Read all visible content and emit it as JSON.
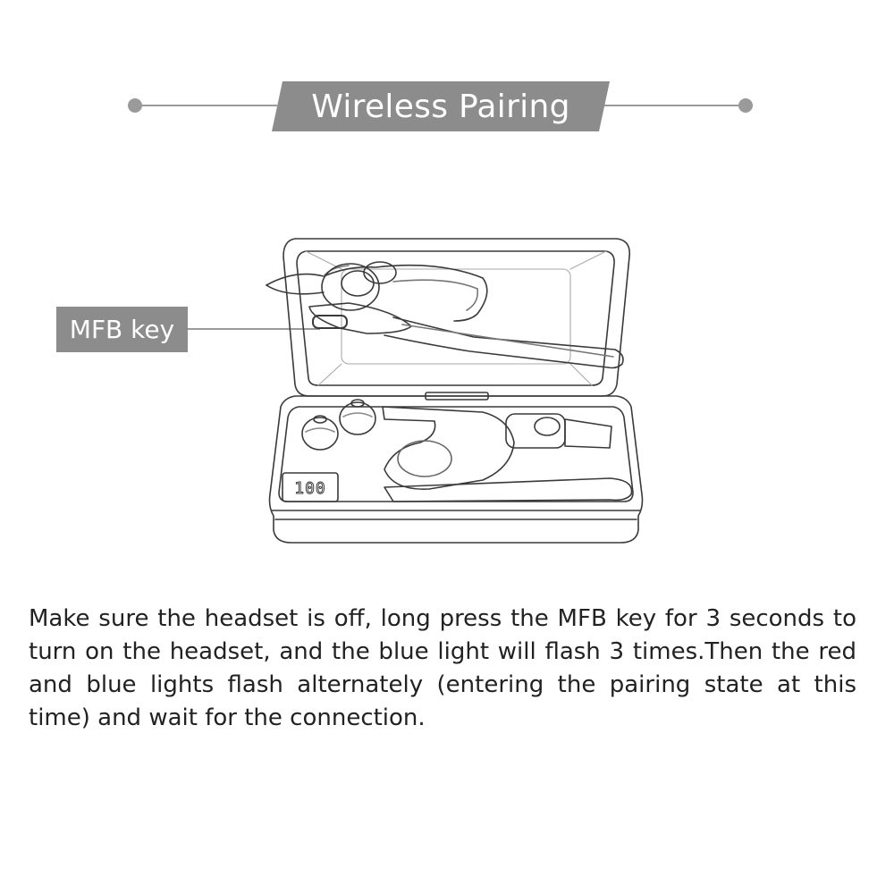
{
  "header": {
    "title": "Wireless Pairing",
    "color": "#8c8c8c"
  },
  "callout": {
    "label": "MFB key"
  },
  "display": {
    "battery_readout": "100"
  },
  "instructions": {
    "text": "Make sure the headset is off, long press the MFB key for 3 seconds to turn on the headset, and the blue light will flash 3 times.Then the red and blue lights flash alternately (entering the pairing state at this time) and wait for the connection."
  }
}
